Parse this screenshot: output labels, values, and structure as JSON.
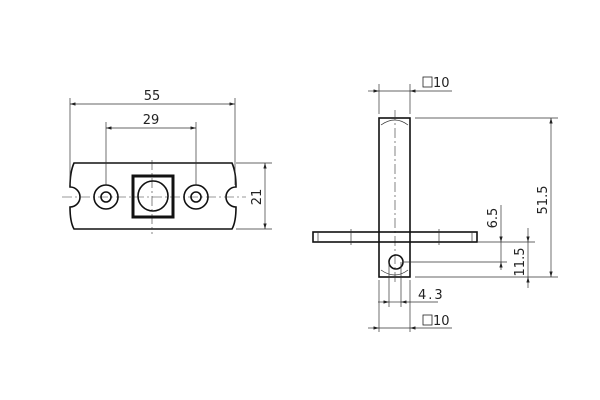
{
  "front_view": {
    "dim_overall_width": "55",
    "dim_hole_spacing": "29",
    "dim_height": "21"
  },
  "side_view": {
    "dim_square_top": "10",
    "dim_total_length": "51.5",
    "dim_hole_offset": "6.5",
    "dim_bar_offset": "11.5",
    "dim_hole_diameter": "4.3",
    "dim_square_bottom": "10"
  }
}
